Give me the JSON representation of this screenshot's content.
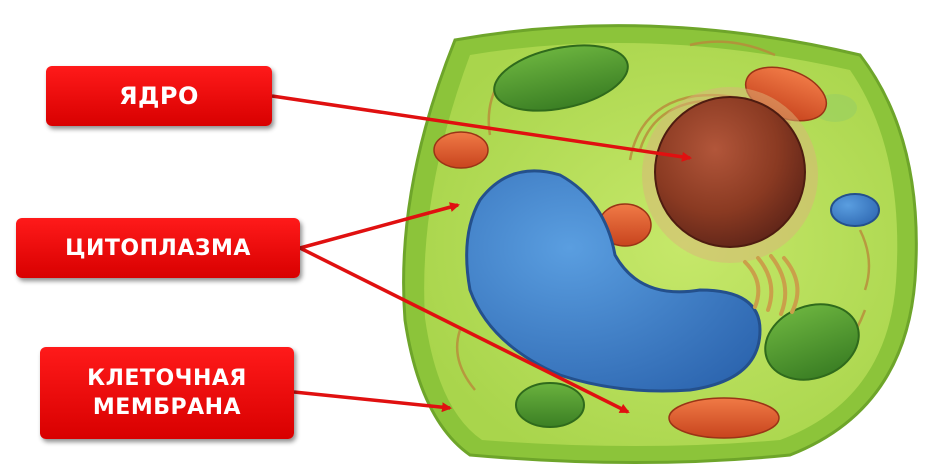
{
  "labels": {
    "nucleus": "ЯДРО",
    "cytoplasm": "ЦИТОПЛАЗМА",
    "membrane_line1": "КЛЕТОЧНАЯ",
    "membrane_line2": "МЕМБРАНА"
  },
  "colors": {
    "label_fill": "#e60000",
    "label_text": "#ffffff",
    "arrow": "#e01010",
    "membrane": "#8cc43a",
    "cytoplasm": "#b5dc54",
    "vacuole": "#3f7fc8",
    "nucleus": "#8a3a22",
    "chloroplast": "#4f9a2e",
    "mitochondrion": "#e0582a"
  }
}
